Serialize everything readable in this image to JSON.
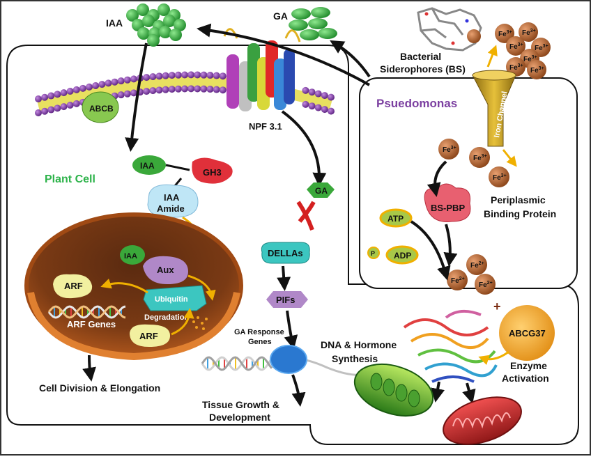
{
  "labels": {
    "iaa_top": "IAA",
    "ga_top": "GA",
    "bacterial_siderophores_line1": "Bacterial",
    "bacterial_siderophores_line2": "Siderophores (BS)",
    "fe3": "Fe",
    "fe3_sup": "3+",
    "fe2": "Fe",
    "fe2_sup": "2+",
    "pseudomonas": "Psuedomonas",
    "iron_channel": "Iron Channel",
    "abcb": "ABCB",
    "npf": "NPF 3.1",
    "plant_cell": "Plant Cell",
    "iaa_inner": "IAA",
    "gh3": "GH3",
    "iaa_amide_line1": "IAA",
    "iaa_amide_line2": "Amide",
    "ga_inner": "GA",
    "dellas": "DELLAs",
    "pifs": "PIFs",
    "ga_response_line1": "GA Response",
    "ga_response_line2": "Genes",
    "iaa_nucleus": "IAA",
    "aux": "Aux",
    "ubiquitin": "Ubiquitin",
    "degradation": "Degradation",
    "arf_top": "ARF",
    "arf_genes": "ARF Genes",
    "arf_bottom": "ARF",
    "cell_division": "Cell Division & Elongation",
    "tissue_growth_line1": "Tissue Growth &",
    "tissue_growth_line2": "Development",
    "dna_hormone_line1": "DNA & Hormone",
    "dna_hormone_line2": "Synthesis",
    "bs_pbp": "BS-PBP",
    "periplasmic_line1": "Periplasmic",
    "periplasmic_line2": "Binding Protein",
    "atp": "ATP",
    "adp": "ADP",
    "p": "P",
    "abcg37": "ABCG37",
    "enzyme_line1": "Enzyme",
    "enzyme_line2": "Activation"
  },
  "colors": {
    "green_text": "#2db34a",
    "purple_text": "#7b3fa0",
    "iaa_green": "#3aa83a",
    "gh3_red": "#e0303a",
    "teal": "#3cc6c0",
    "lavender": "#b088c8",
    "membrane_head": "#7a3aa0",
    "membrane_tail": "#e8e060",
    "fe_brown": "#b8662e",
    "nucleus_orange": "#c86420",
    "arf_yellow": "#f2f0a0",
    "abcg37_orange": "#f0a020"
  }
}
